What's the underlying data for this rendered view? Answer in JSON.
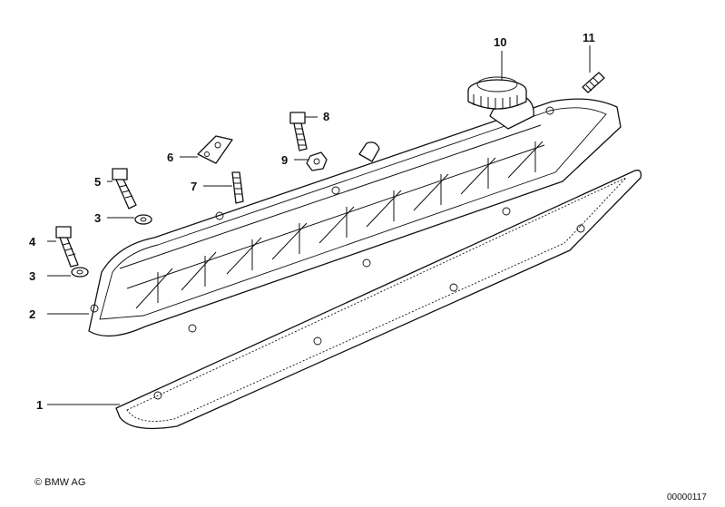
{
  "callouts": {
    "c1": "1",
    "c2": "2",
    "c3a": "3",
    "c3b": "3",
    "c4": "4",
    "c5": "5",
    "c6": "6",
    "c7": "7",
    "c8": "8",
    "c9": "9",
    "c10": "10",
    "c11": "11"
  },
  "footer": {
    "copyright": "© BMW AG",
    "diagram_number": "00000117"
  }
}
